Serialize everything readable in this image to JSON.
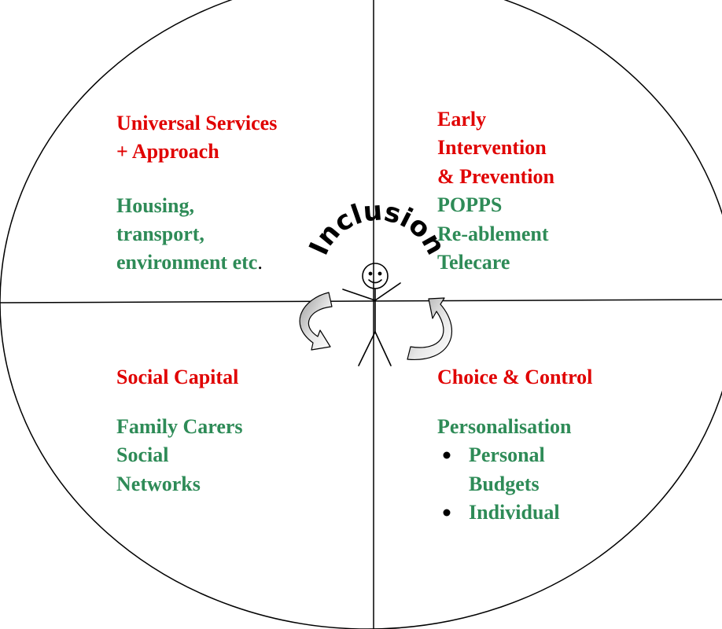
{
  "center": {
    "label": "Inclusion"
  },
  "quadrants": {
    "top_left": {
      "heading_lines": [
        "Universal Services",
        "+ Approach"
      ],
      "body_lines": [
        "Housing,",
        "transport,",
        "environment etc"
      ],
      "trailing": "."
    },
    "top_right": {
      "heading_lines": [
        "Early",
        "Intervention",
        "& Prevention"
      ],
      "body_lines": [
        "POPPS",
        "Re-ablement",
        "Telecare"
      ]
    },
    "bottom_left": {
      "heading_lines": [
        "Social Capital"
      ],
      "body_lines": [
        "Family Carers",
        "Social",
        "Networks"
      ]
    },
    "bottom_right": {
      "heading_lines": [
        "Choice & Control"
      ],
      "body_lines": [
        "Personalisation"
      ],
      "bullets": [
        {
          "lines": [
            "Personal",
            "Budgets"
          ]
        },
        {
          "lines": [
            "Individual"
          ]
        }
      ]
    }
  },
  "colors": {
    "heading": "#e00000",
    "body": "#2e8b57",
    "outline": "#000000",
    "arrow_fill": "#c0c0c0"
  }
}
